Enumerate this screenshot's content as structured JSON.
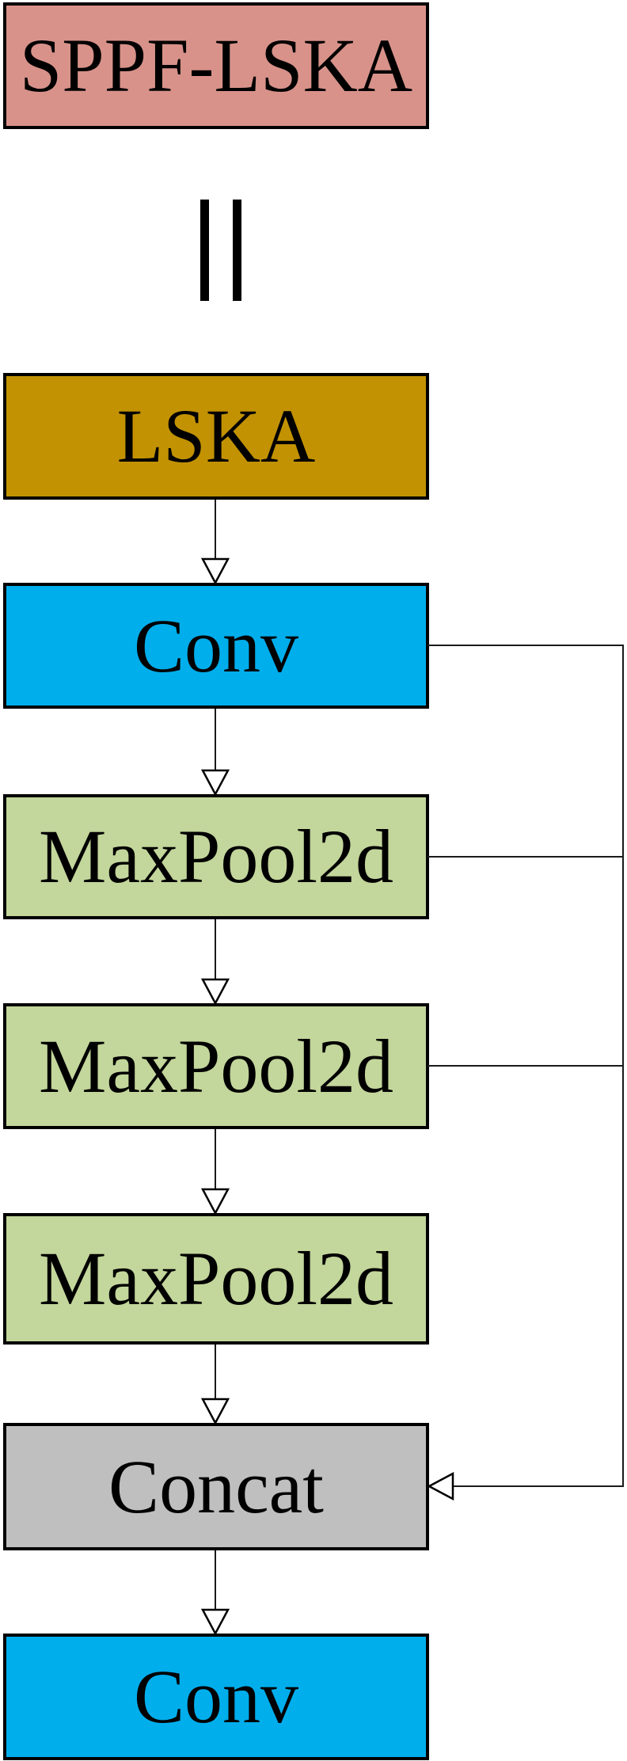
{
  "diagram": {
    "equivalence_symbol": "‖",
    "nodes": [
      {
        "id": "sppf-lska",
        "label": "SPPF-LSKA",
        "fill": "#D8928A"
      },
      {
        "id": "lska",
        "label": "LSKA",
        "fill": "#C29202"
      },
      {
        "id": "conv-1",
        "label": "Conv",
        "fill": "#00AEEC"
      },
      {
        "id": "maxpool-1",
        "label": "MaxPool2d",
        "fill": "#C3D69B"
      },
      {
        "id": "maxpool-2",
        "label": "MaxPool2d",
        "fill": "#C3D69B"
      },
      {
        "id": "maxpool-3",
        "label": "MaxPool2d",
        "fill": "#C3D69B"
      },
      {
        "id": "concat",
        "label": "Concat",
        "fill": "#BFBFBF"
      },
      {
        "id": "conv-2",
        "label": "Conv",
        "fill": "#00AEEC"
      }
    ],
    "connections": [
      {
        "from": "lska",
        "to": "conv-1",
        "style": "open-arrow-down"
      },
      {
        "from": "conv-1",
        "to": "maxpool-1",
        "style": "open-arrow-down"
      },
      {
        "from": "maxpool-1",
        "to": "maxpool-2",
        "style": "open-arrow-down"
      },
      {
        "from": "maxpool-2",
        "to": "maxpool-3",
        "style": "open-arrow-down"
      },
      {
        "from": "maxpool-3",
        "to": "concat",
        "style": "open-arrow-down"
      },
      {
        "from": "concat",
        "to": "conv-2",
        "style": "open-arrow-down"
      },
      {
        "from": "conv-1",
        "to": "concat",
        "style": "skip-right-open-arrow"
      },
      {
        "from": "maxpool-1",
        "to": "concat",
        "style": "skip-right-open-arrow"
      },
      {
        "from": "maxpool-2",
        "to": "concat",
        "style": "skip-right-open-arrow"
      }
    ],
    "equivalence_between": [
      "sppf-lska",
      "lska"
    ],
    "colors": {
      "border": "#000000",
      "connector_line": "#1A1A1A",
      "arrowhead_fill": "#FFFFFF",
      "background": "#FFFFFF"
    }
  }
}
